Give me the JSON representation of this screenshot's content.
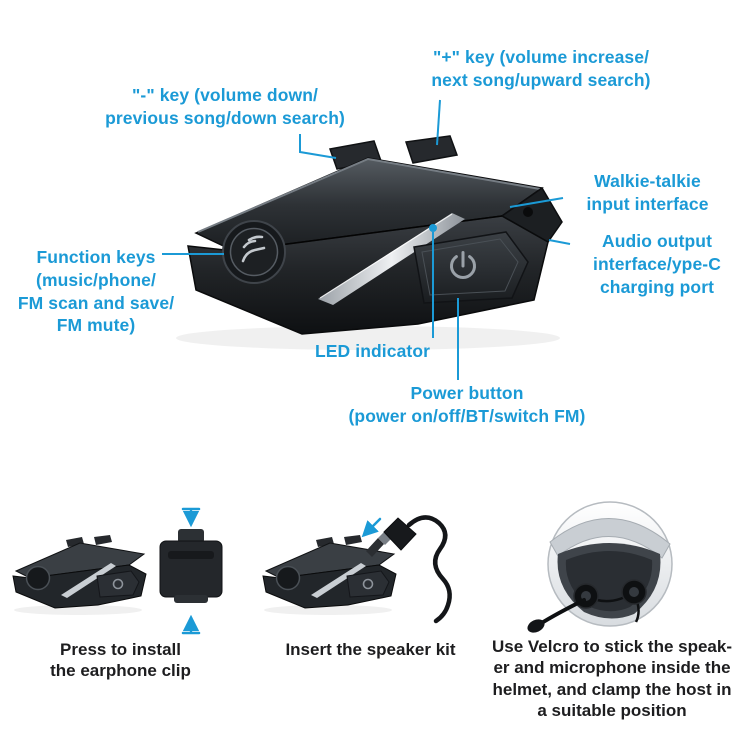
{
  "colors": {
    "accent": "#1b9ad6",
    "text": "#1d1d1f",
    "device_dark": "#1b1e21",
    "strip_silver": "#eef0f2"
  },
  "callouts": {
    "minus_key": "\"-\" key (volume down/\nprevious song/down search)",
    "plus_key": "\"+\" key (volume increase/\nnext song/upward search)",
    "walkie_talkie": "Walkie-talkie\ninput interface",
    "audio_output": "Audio output\ninterface/ype-C\ncharging port",
    "function_keys": "Function keys\n(music/phone/\nFM scan and save/\nFM mute)",
    "led_indicator": "LED indicator",
    "power_button": "Power button\n(power on/off/BT/switch FM)"
  },
  "steps": [
    {
      "caption": "Press to install\nthe earphone clip"
    },
    {
      "caption": "Insert the speaker kit"
    },
    {
      "caption": "Use Velcro to stick the speak-\ner and microphone inside the\nhelmet, and clamp the host in\na suitable position"
    }
  ]
}
